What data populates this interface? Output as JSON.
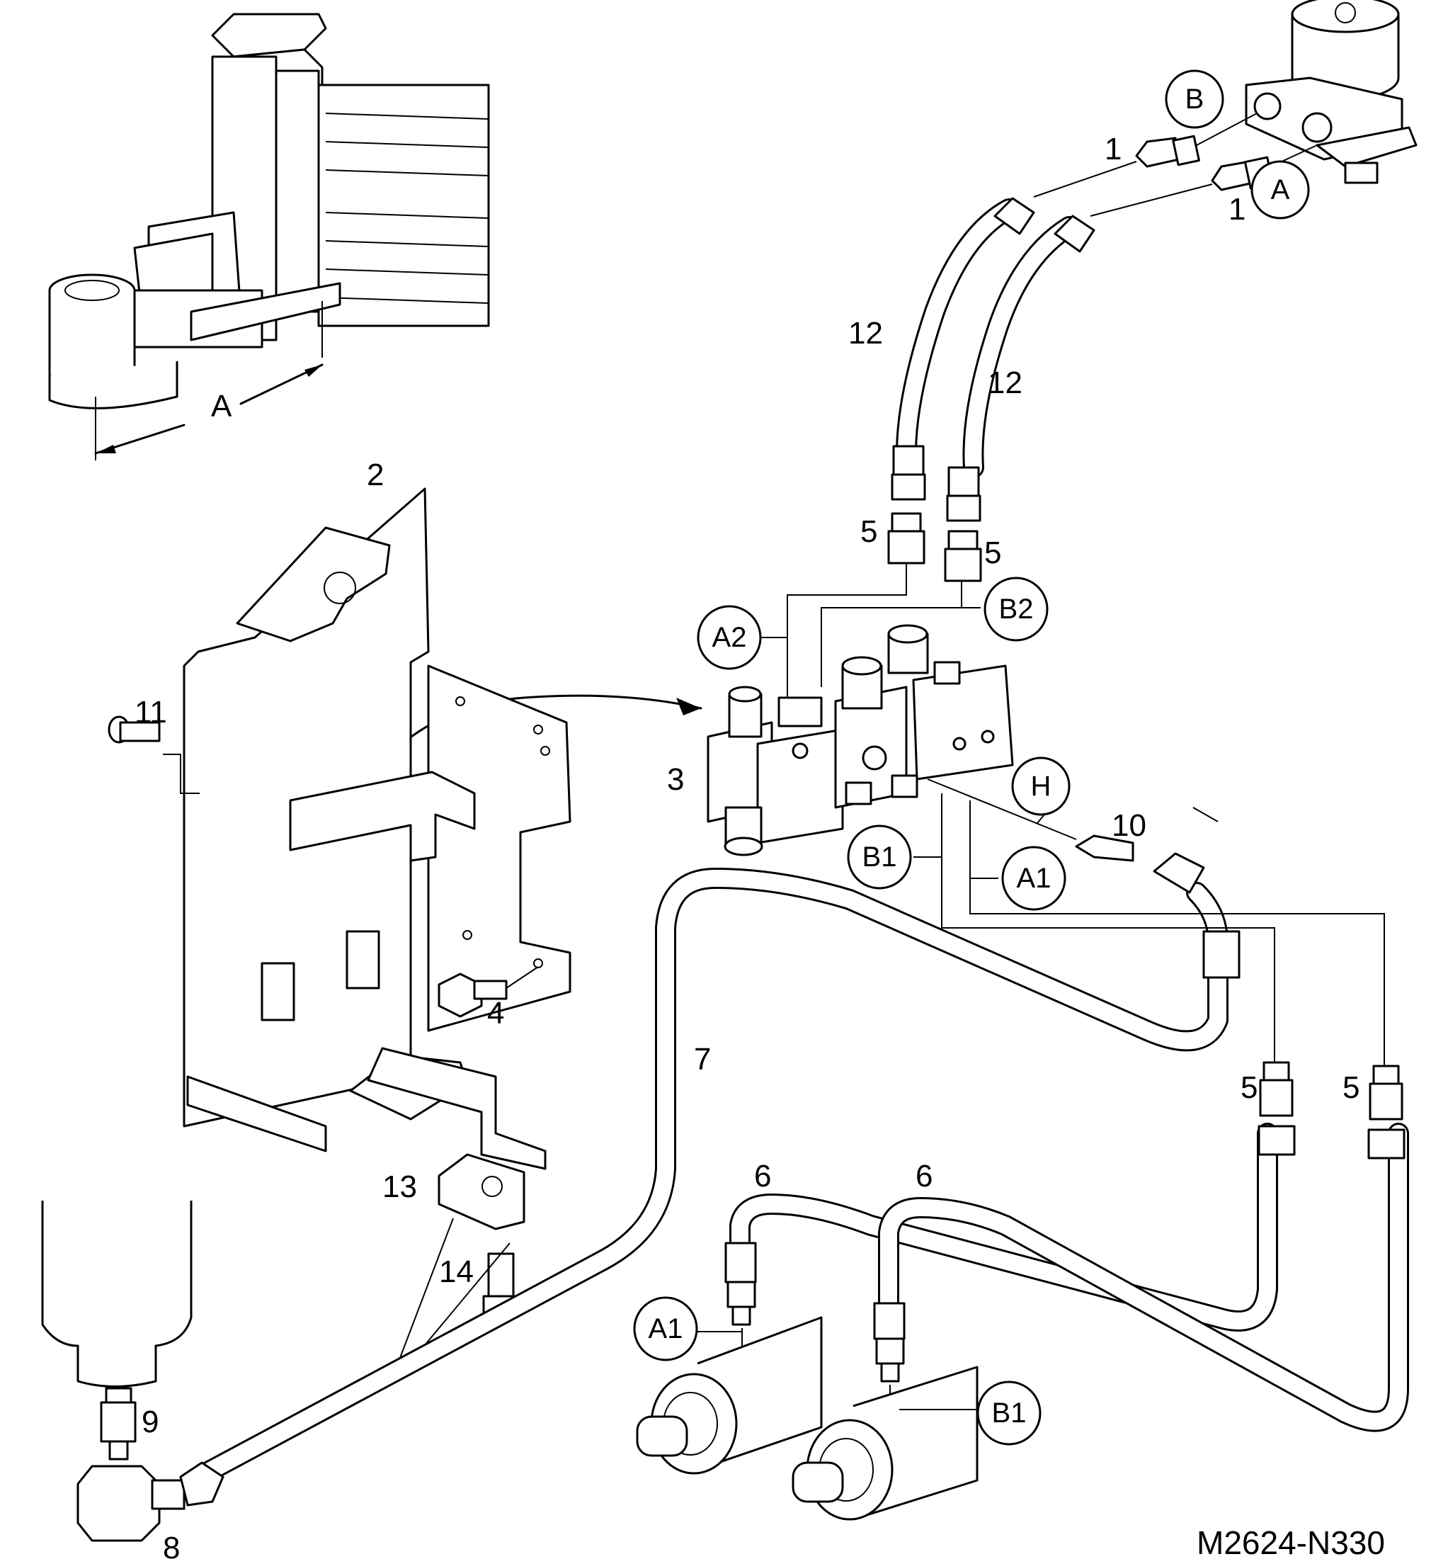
{
  "drawing_number": "M2624-N330",
  "parts": [
    {
      "id": "p1a",
      "text": "1"
    },
    {
      "id": "p1b",
      "text": "1"
    },
    {
      "id": "p2",
      "text": "2"
    },
    {
      "id": "p3",
      "text": "3"
    },
    {
      "id": "p4",
      "text": "4"
    },
    {
      "id": "p5a",
      "text": "5"
    },
    {
      "id": "p5b",
      "text": "5"
    },
    {
      "id": "p5c",
      "text": "5"
    },
    {
      "id": "p5d",
      "text": "5"
    },
    {
      "id": "p6a",
      "text": "6"
    },
    {
      "id": "p6b",
      "text": "6"
    },
    {
      "id": "p7",
      "text": "7"
    },
    {
      "id": "p8",
      "text": "8"
    },
    {
      "id": "p9",
      "text": "9"
    },
    {
      "id": "p10",
      "text": "10"
    },
    {
      "id": "p11",
      "text": "11"
    },
    {
      "id": "p12a",
      "text": "12"
    },
    {
      "id": "p12b",
      "text": "12"
    },
    {
      "id": "p13",
      "text": "13"
    },
    {
      "id": "p14",
      "text": "14"
    }
  ],
  "ports": [
    {
      "id": "B",
      "text": "B"
    },
    {
      "id": "A",
      "text": "A"
    },
    {
      "id": "A2",
      "text": "A2"
    },
    {
      "id": "B2",
      "text": "B2"
    },
    {
      "id": "H",
      "text": "H"
    },
    {
      "id": "B1",
      "text": "B1"
    },
    {
      "id": "A1",
      "text": "A1"
    },
    {
      "id": "A1b",
      "text": "A1"
    },
    {
      "id": "B1b",
      "text": "B1"
    }
  ],
  "dimension_label": "A"
}
